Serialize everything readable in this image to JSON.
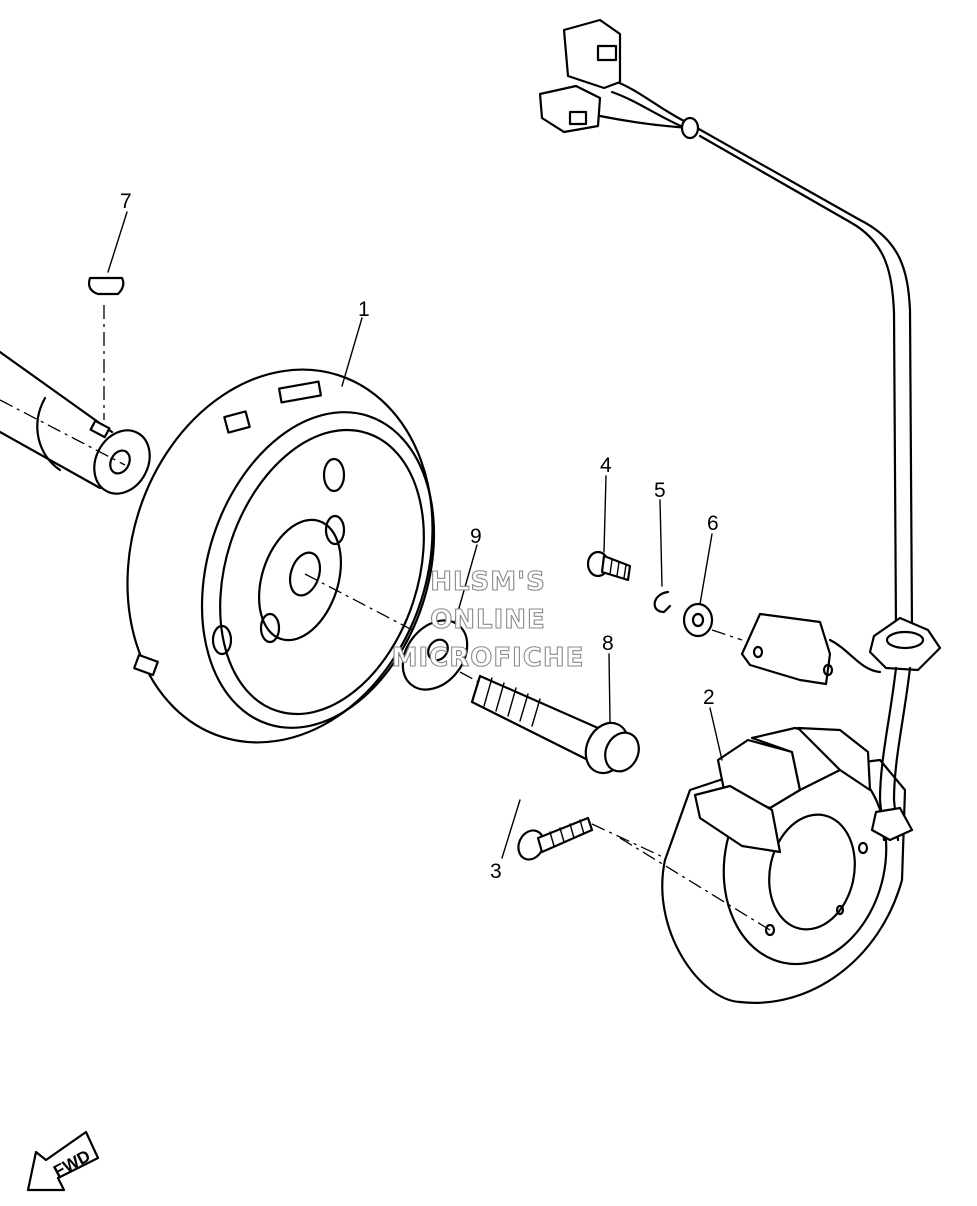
{
  "callouts": [
    {
      "id": "1",
      "label": "1"
    },
    {
      "id": "2",
      "label": "2"
    },
    {
      "id": "3",
      "label": "3"
    },
    {
      "id": "4",
      "label": "4"
    },
    {
      "id": "5",
      "label": "5"
    },
    {
      "id": "6",
      "label": "6"
    },
    {
      "id": "7",
      "label": "7"
    },
    {
      "id": "8",
      "label": "8"
    },
    {
      "id": "9",
      "label": "9"
    }
  ],
  "watermark": {
    "line1": "HLSM'S",
    "line2": "ONLINE",
    "line3": "MICROFICHE"
  },
  "direction_marker": {
    "label": "FWD"
  }
}
